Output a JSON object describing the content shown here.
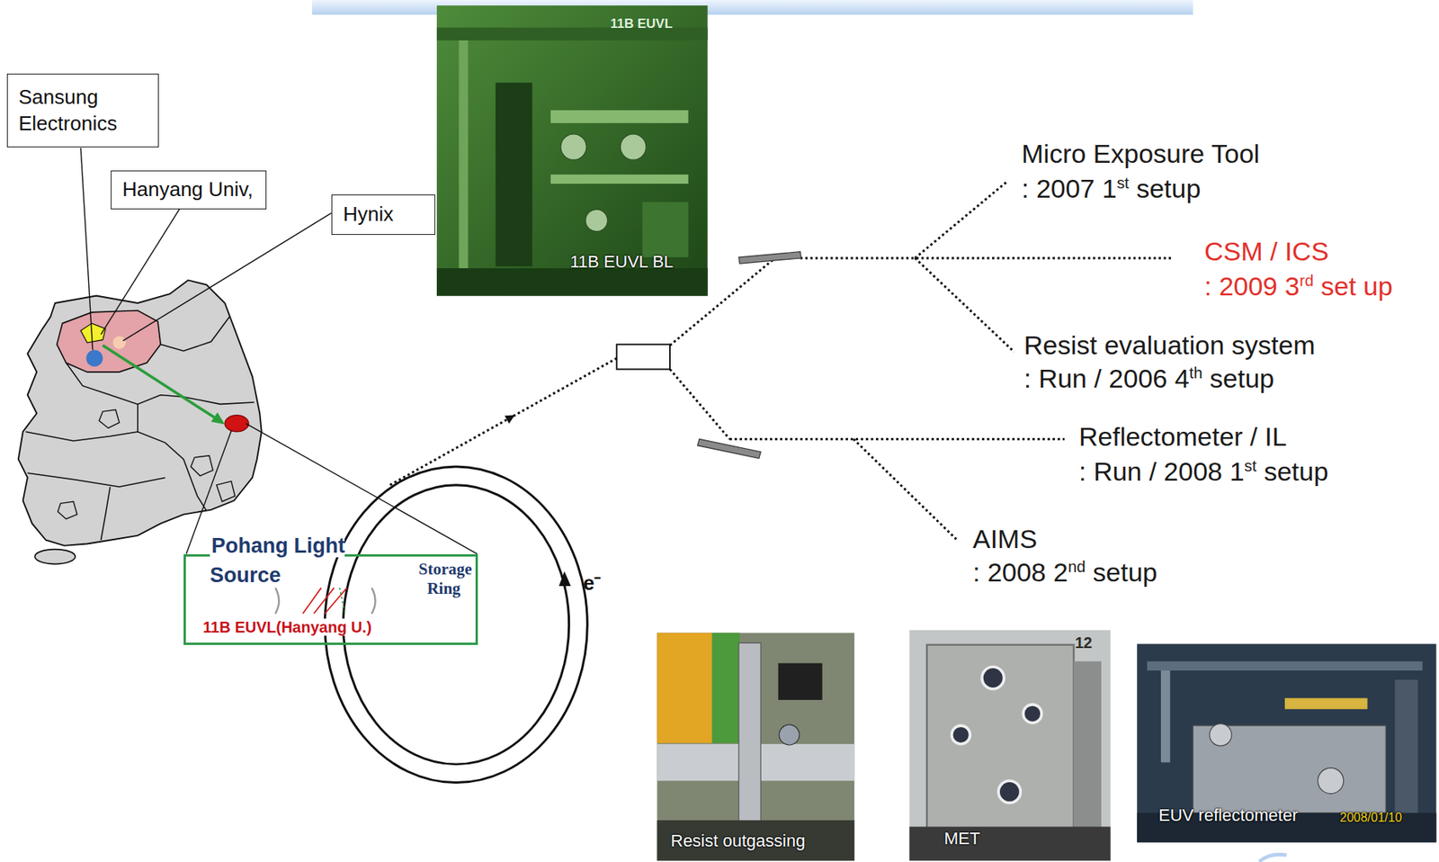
{
  "diagram": {
    "nodes": [
      {
        "text": [
          "Sansung Electronics"
        ]
      },
      {
        "text": [
          "Hanyang Univ,"
        ]
      },
      {
        "text": [
          "Hynix"
        ]
      },
      {
        "text": [
          "11B EUVL",
          "11B EUVL BL"
        ]
      },
      {
        "text": [
          "Pohang Light Source",
          "Storage Ring",
          "11B EUVL(Hanyang U.)"
        ]
      },
      {
        "text": [
          "Resist outgassing"
        ]
      },
      {
        "text": [
          "12",
          "MET"
        ]
      },
      {
        "text": [
          "EUV reflectometer",
          "2008/01/10"
        ]
      }
    ],
    "labels": [
      "Micro Exposure Tool",
      ": 2007 1st setup",
      "CSM / ICS",
      ": 2009 3rd set up",
      "Resist evaluation system",
      ": Run / 2006 4th setup",
      "Reflectometer / IL",
      ": Run / 2008 1st setup",
      "AIMS",
      ": 2008 2nd setup",
      "e⁻"
    ]
  }
}
